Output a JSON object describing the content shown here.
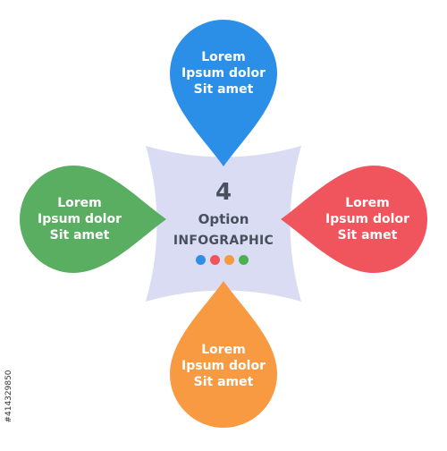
{
  "center": {
    "number": "4",
    "option": "Option",
    "title": "INFOGRAPHIC",
    "dots": [
      "#2f8ee8",
      "#f2545b",
      "#f79a3e",
      "#4caf50"
    ]
  },
  "petals": {
    "top": {
      "color": "#2b8fe8",
      "lines": [
        "Lorem",
        "Ipsum dolor",
        "Sit amet"
      ]
    },
    "left": {
      "color": "#5aae61",
      "lines": [
        "Lorem",
        "Ipsum dolor",
        "Sit amet"
      ]
    },
    "right": {
      "color": "#f0545c",
      "lines": [
        "Lorem",
        "Ipsum dolor",
        "Sit amet"
      ]
    },
    "bottom": {
      "color": "#f89a42",
      "lines": [
        "Lorem",
        "Ipsum dolor",
        "Sit amet"
      ]
    }
  },
  "center_shape_color": "#d9dcf3",
  "stock_id": "#414329850"
}
